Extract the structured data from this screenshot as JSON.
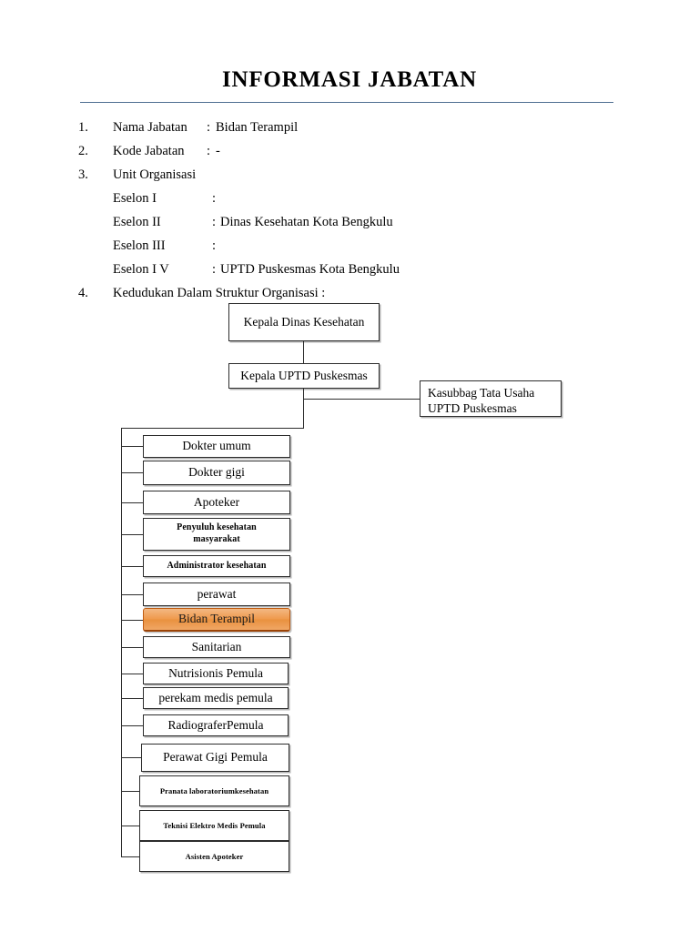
{
  "document": {
    "title": "INFORMASI JABATAN",
    "divider_color": "#4e6e91"
  },
  "info_list": [
    {
      "num": "1.",
      "label": "Nama Jabatan",
      "colon": ":",
      "value": "Bidan Terampil"
    },
    {
      "num": "2.",
      "label": "Kode Jabatan",
      "colon": ":",
      "value": "-"
    },
    {
      "num": "3.",
      "label": "Unit Organisasi",
      "colon": "",
      "value": ""
    },
    {
      "num": "",
      "label": "Eselon I",
      "colon": ":",
      "value": ""
    },
    {
      "num": "",
      "label": "Eselon II",
      "colon": ":",
      "value": "Dinas Kesehatan Kota Bengkulu"
    },
    {
      "num": "",
      "label": "Eselon III",
      "colon": ":",
      "value": ""
    },
    {
      "num": "",
      "label": "Eselon I  V",
      "colon": ":",
      "value": "UPTD Puskesmas  Kota Bengkulu"
    },
    {
      "num": "4.",
      "label": "Kedudukan Dalam Struktur Organisasi :",
      "colon": "",
      "value": ""
    }
  ],
  "chart_data": {
    "type": "diagram",
    "title": "Kedudukan Dalam Struktur Organisasi",
    "highlight_color": "#ef9a4e",
    "nodes": {
      "head_dinas": "Kepala Dinas Kesehatan",
      "head_uptd": "Kepala UPTD Puskesmas",
      "kasubbag": "Kasubbag Tata Usaha\nUPTD Puskesmas",
      "kasubbag_line1": "Kasubbag Tata Usaha",
      "kasubbag_line2": "UPTD Puskesmas"
    },
    "staff": [
      {
        "label": "Dokter umum",
        "size": "normal",
        "highlighted": false
      },
      {
        "label": "Dokter gigi",
        "size": "normal",
        "highlighted": false
      },
      {
        "label": "Apoteker",
        "size": "normal",
        "highlighted": false
      },
      {
        "label": "Penyuluh kesehatan\nmasyarakat",
        "size": "small",
        "highlighted": false
      },
      {
        "label": "Administrator kesehatan",
        "size": "small",
        "highlighted": false
      },
      {
        "label": "perawat",
        "size": "normal",
        "highlighted": false
      },
      {
        "label": "Bidan Terampil",
        "size": "normal",
        "highlighted": true
      },
      {
        "label": "Sanitarian",
        "size": "normal",
        "highlighted": false
      },
      {
        "label": "Nutrisionis Pemula",
        "size": "normal",
        "highlighted": false
      },
      {
        "label": "perekam medis pemula",
        "size": "normal",
        "highlighted": false
      },
      {
        "label": "RadiograferPemula",
        "size": "normal",
        "highlighted": false
      },
      {
        "label": "Perawat Gigi Pemula",
        "size": "normal",
        "highlighted": false
      },
      {
        "label": "Pranata laboratoriumkesehatan",
        "size": "tiny",
        "highlighted": false
      },
      {
        "label": "Teknisi Elektro Medis Pemula",
        "size": "tiny",
        "highlighted": false
      },
      {
        "label": "Asisten Apoteker",
        "size": "tiny",
        "highlighted": false
      }
    ]
  }
}
